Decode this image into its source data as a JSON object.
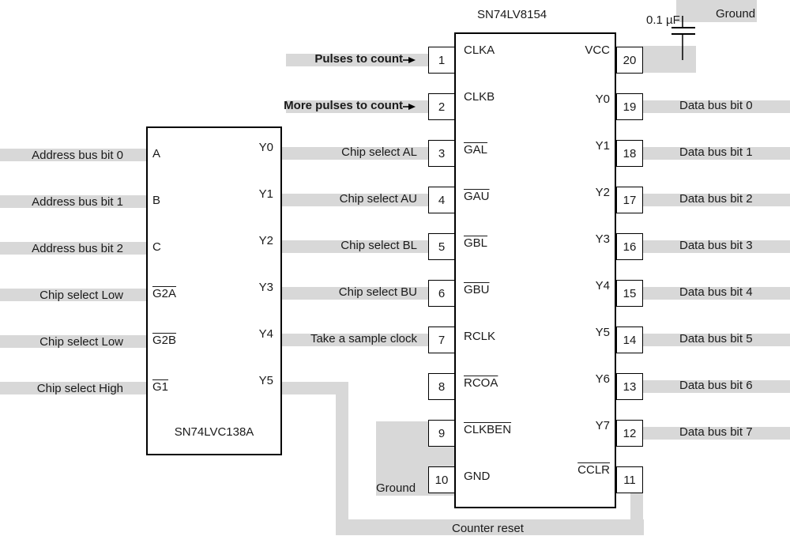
{
  "decoder": {
    "name": "SN74LVC138A",
    "pins": [
      {
        "name": "A",
        "overline": false,
        "signal": "Address bus bit 0"
      },
      {
        "name": "B",
        "overline": false,
        "signal": "Address bus bit 1"
      },
      {
        "name": "C",
        "overline": false,
        "signal": "Address bus bit 2"
      },
      {
        "name": "G2A",
        "overline": true,
        "signal": "Chip select Low"
      },
      {
        "name": "G2B",
        "overline": true,
        "signal": "Chip select Low"
      },
      {
        "name": "G1",
        "overline": true,
        "signal": "Chip select High"
      }
    ],
    "outputs": [
      "Y0",
      "Y1",
      "Y2",
      "Y3",
      "Y4",
      "Y5"
    ]
  },
  "counter": {
    "name": "SN74LV8154",
    "left_pins": [
      {
        "num": "1",
        "name": "CLKA",
        "overline": false,
        "signal": "Pulses to count",
        "bold": true,
        "arrow": true
      },
      {
        "num": "2",
        "name": "CLKB",
        "overline": false,
        "signal": "More pulses to count",
        "bold": true,
        "arrow": true
      },
      {
        "num": "3",
        "name": "GAL",
        "overline": true,
        "signal": "Chip select AL",
        "bold": false,
        "arrow": false
      },
      {
        "num": "4",
        "name": "GAU",
        "overline": true,
        "signal": "Chip select AU",
        "bold": false,
        "arrow": false
      },
      {
        "num": "5",
        "name": "GBL",
        "overline": true,
        "signal": "Chip select BL",
        "bold": false,
        "arrow": false
      },
      {
        "num": "6",
        "name": "GBU",
        "overline": true,
        "signal": "Chip select BU",
        "bold": false,
        "arrow": false
      },
      {
        "num": "7",
        "name": "RCLK",
        "overline": false,
        "signal": "Take a sample clock",
        "bold": false,
        "arrow": false
      },
      {
        "num": "8",
        "name": "RCOA",
        "overline": true,
        "signal": "",
        "bold": false,
        "arrow": false
      },
      {
        "num": "9",
        "name": "CLKBEN",
        "overline": true,
        "signal": "",
        "bold": false,
        "arrow": false
      },
      {
        "num": "10",
        "name": "GND",
        "overline": false,
        "signal": "Ground",
        "bold": false,
        "arrow": false
      }
    ],
    "right_pins": [
      {
        "num": "20",
        "name": "VCC",
        "overline": false,
        "signal": ""
      },
      {
        "num": "19",
        "name": "Y0",
        "overline": false,
        "signal": "Data bus bit 0"
      },
      {
        "num": "18",
        "name": "Y1",
        "overline": false,
        "signal": "Data bus bit 1"
      },
      {
        "num": "17",
        "name": "Y2",
        "overline": false,
        "signal": "Data bus bit 2"
      },
      {
        "num": "16",
        "name": "Y3",
        "overline": false,
        "signal": "Data bus bit 3"
      },
      {
        "num": "15",
        "name": "Y4",
        "overline": false,
        "signal": "Data bus bit 4"
      },
      {
        "num": "14",
        "name": "Y5",
        "overline": false,
        "signal": "Data bus bit 5"
      },
      {
        "num": "13",
        "name": "Y6",
        "overline": false,
        "signal": "Data bus bit 6"
      },
      {
        "num": "12",
        "name": "Y7",
        "overline": false,
        "signal": "Data bus bit 7"
      },
      {
        "num": "11",
        "name": "CCLR",
        "overline": true,
        "signal": ""
      }
    ]
  },
  "capacitor": {
    "value": "0.1 µF",
    "ground_label": "Ground"
  },
  "reset_label": "Counter reset",
  "colors": {
    "wire": "#d8d8d8",
    "line": "#000000"
  }
}
